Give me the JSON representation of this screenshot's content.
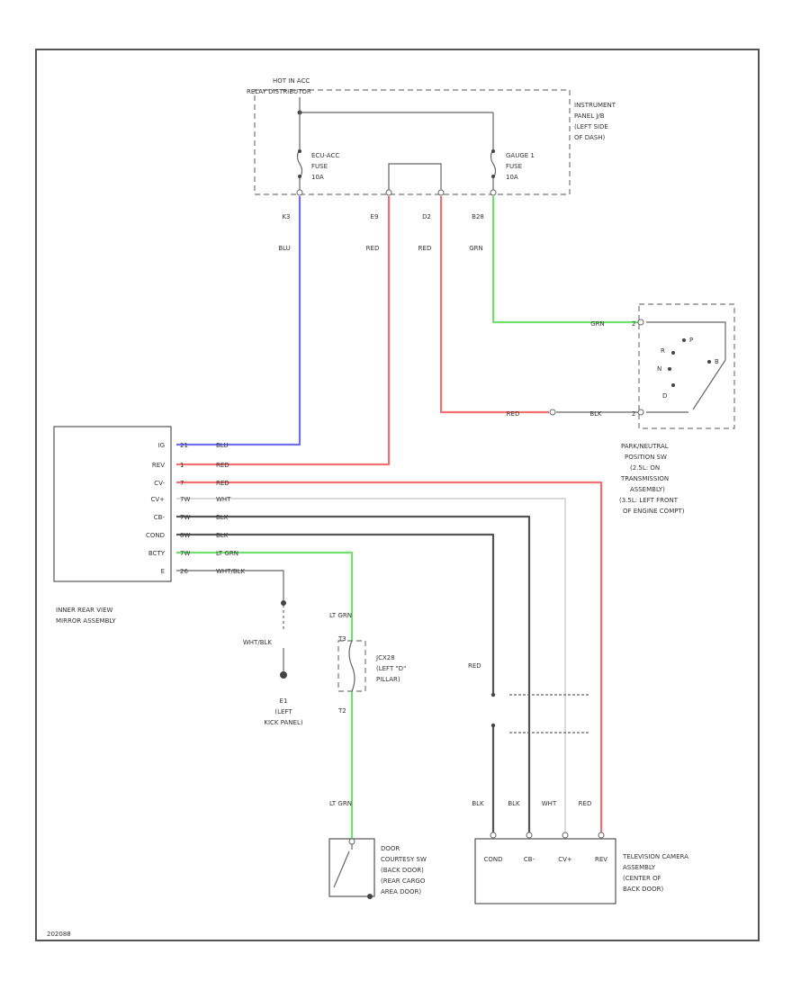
{
  "diagram_id": "202088",
  "fuse_box": {
    "hot_label": "HOT IN ACC",
    "relay_label": "RELAY DISTRIBUTOR",
    "location": [
      "INSTRUMENT",
      "PANEL J/B",
      "(LEFT SIDE",
      "OF DASH)"
    ],
    "fuse1": [
      "ECU-ACC",
      "FUSE",
      "10A"
    ],
    "fuse2": [
      "GAUGE 1",
      "FUSE",
      "10A"
    ]
  },
  "connector_pins": {
    "p1": "K3",
    "p2": "E9",
    "p3": "D2",
    "p4": "B28"
  },
  "wire_colors": {
    "blu": "BLU",
    "red": "RED",
    "grn": "GRN",
    "wht": "WHT",
    "blk": "BLK",
    "ltgrn": "LT GRN",
    "whtblk": "WHT/BLK"
  },
  "mirror": {
    "label": [
      "INNER REAR VIEW",
      "MIRROR ASSEMBLY"
    ],
    "pins": [
      "IG",
      "REV",
      "CV-",
      "CV+",
      "CB-",
      "COND",
      "BCTY",
      "E"
    ],
    "pin_numbers": [
      "21",
      "1",
      "7",
      "7W",
      "7W",
      "8W",
      "7W",
      "26"
    ],
    "wire_colors": [
      "BLU",
      "RED",
      "RED",
      "WHT",
      "BLK",
      "BLK",
      "LT GRN",
      "WHT/BLK"
    ]
  },
  "switch_pnp": {
    "label": [
      "PARK/NEUTRAL",
      "POSITION SW",
      "(2.5L: ON",
      "TRANSMISSION",
      "ASSEMBLY)",
      "(3.5L: LEFT FRONT",
      "OF ENGINE COMPT)"
    ],
    "pin_top": "2",
    "pin_bottom": "2",
    "contacts": [
      "P",
      "R",
      "N",
      "D",
      "B"
    ]
  },
  "ground": {
    "wire": "WHT/BLK",
    "label": [
      "E1",
      "(LEFT",
      "KICK PANEL)"
    ]
  },
  "junction": {
    "label": [
      "JCX28",
      "(LEFT \"D\"",
      "PILLAR)"
    ],
    "pin_top": "T3",
    "pin_bottom": "T2"
  },
  "door_switch": {
    "label": [
      "DOOR",
      "COURTESY SW",
      "(BACK DOOR)",
      "(REAR CARGO",
      "AREA DOOR)"
    ]
  },
  "camera": {
    "label": [
      "TELEVISION CAMERA",
      "ASSEMBLY",
      "(CENTER OF",
      "BACK DOOR)"
    ],
    "pins": [
      "COND",
      "CB-",
      "CV+",
      "REV"
    ],
    "wire_labels": [
      "BLK",
      "BLK",
      "WHT",
      "RED"
    ],
    "rev_upper": "RED"
  }
}
